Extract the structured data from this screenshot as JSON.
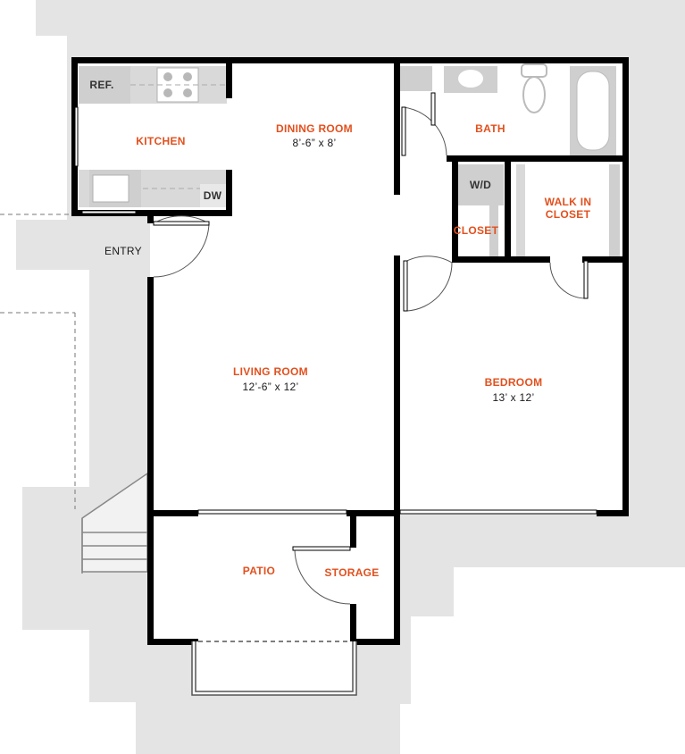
{
  "colors": {
    "room_label": "#e2501e",
    "wall": "#000000",
    "exterior": "#e4e4e4",
    "fixture": "#c8c8c8"
  },
  "rooms": {
    "kitchen": "KITCHEN",
    "dining_room": "DINING ROOM",
    "dining_room_dims": "8’-6” x 8’",
    "bath": "BATH",
    "closet": "CLOSET",
    "walkin_line1": "WALK IN",
    "walkin_line2": "CLOSET",
    "living_room": "LIVING ROOM",
    "living_room_dims": "12’-6” x 12’",
    "bedroom": "BEDROOM",
    "bedroom_dims": "13’ x 12’",
    "patio": "PATIO",
    "storage": "STORAGE"
  },
  "fixtures": {
    "ref": "REF.",
    "dw": "DW",
    "wd": "W/D"
  },
  "entry": "ENTRY"
}
